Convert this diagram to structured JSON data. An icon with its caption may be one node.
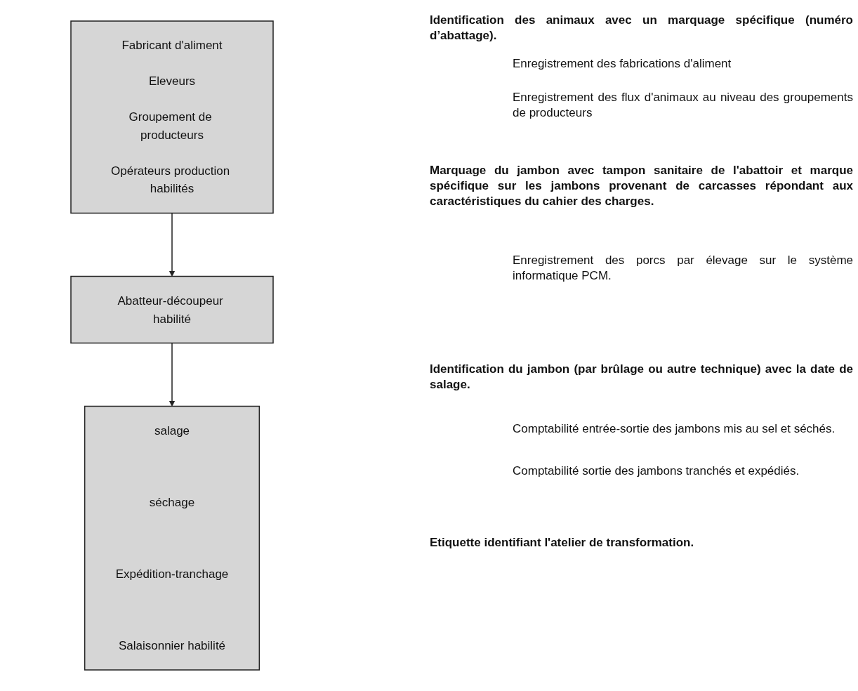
{
  "diagram": {
    "nodes": [
      {
        "text": [
          "Fabricant d'aliment",
          "Eleveurs",
          "Groupement de producteurs",
          "Opérateurs production habilités"
        ]
      },
      {
        "text": [
          "Abatteur-découpeur habilité"
        ]
      },
      {
        "text": [
          "salage",
          "séchage",
          "Expédition-tranchage",
          "Salaisonnier habilité"
        ]
      }
    ],
    "edges": [
      {
        "from": 0,
        "to": 1,
        "arrow": "to"
      },
      {
        "from": 1,
        "to": 2,
        "arrow": "to"
      }
    ],
    "labels": [
      "Identification des animaux avec un marquage spécifique (numéro d’abattage).",
      "Enregistrement des fabrications d'aliment",
      "Enregistrement des flux d'animaux au niveau des groupements de producteurs",
      "Marquage du jambon avec tampon sanitaire de l'abattoir et marque spécifique sur les jambons provenant de carcasses répondant aux caractéristiques du cahier des charges.",
      "Enregistrement des porcs par élevage sur le système informatique PCM.",
      "Identification du jambon (par brûlage ou autre technique) avec la date de salage.",
      "Comptabilité entrée-sortie des jambons mis au sel et séchés.",
      "Comptabilité sortie des jambons tranchés et expédiés.",
      "Etiquette identifiant l'atelier de transformation."
    ]
  }
}
